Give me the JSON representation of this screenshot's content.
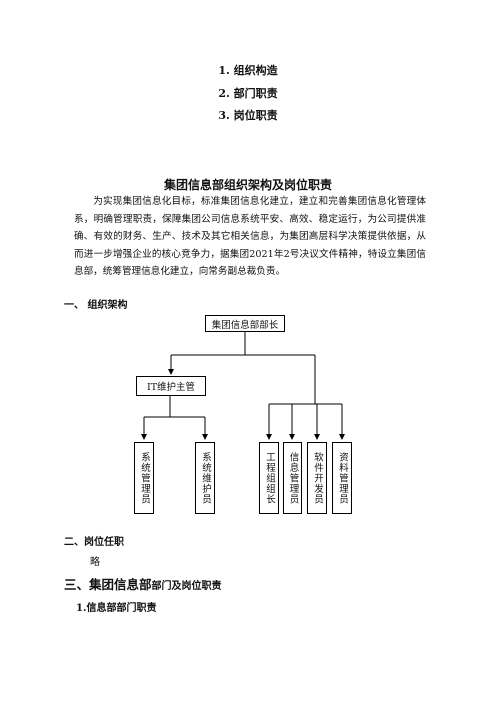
{
  "toc": [
    "1. 组织构造",
    "2. 部门职责",
    "3. 岗位职责"
  ],
  "doc_title": "集团信息部组织架构及岗位职责",
  "intro": "为实现集团信息化目标，标准集团信息化建立，建立和完善集团信息化管理体系，明确管理职责，保障集团公司信息系统平安、高效、稳定运行，为公司提供准确、有效的财务、生产、技术及其它相关信息，为集团高层科学决策提供依据，从而进一步增强企业的核心竞争力，据集团2021年2号决议文件精神，特设立集团信息部，统筹管理信息化建立，向常务副总裁负责。",
  "section1": "一、 组织架构",
  "org": {
    "head": "集团信息部部长",
    "it_supervisor": "IT维护主管",
    "staff": [
      "系统管理员",
      "系统维护员",
      "工程组组长",
      "信息管理员",
      "软件开发员",
      "资料管理员"
    ]
  },
  "section2": "二、岗位任职",
  "section2_body": "略",
  "section3_prefix": "三、集团信息部",
  "section3_suffix": "部门及岗位职责",
  "sub1": "1.信息部部门职责"
}
